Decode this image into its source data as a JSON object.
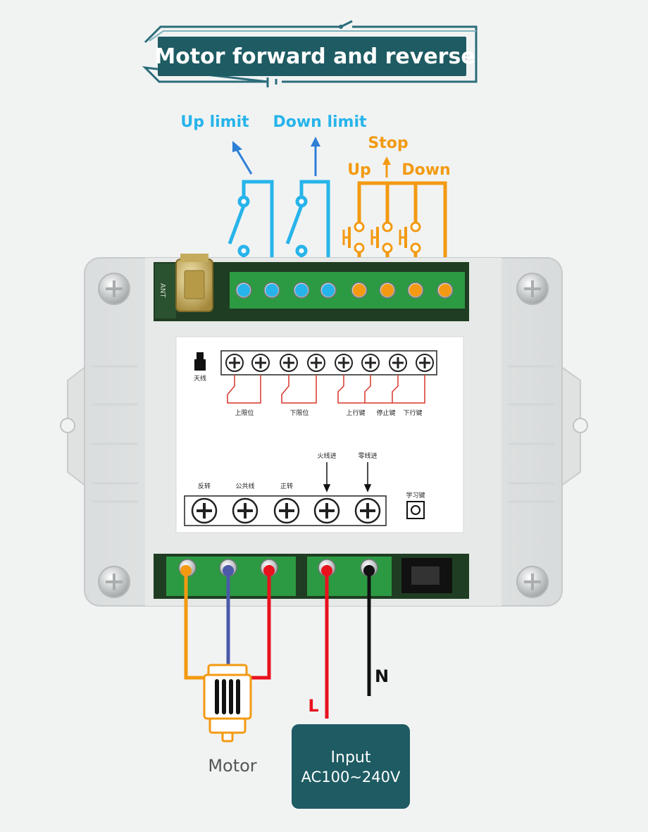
{
  "title": "Motor forward and reverse",
  "colors": {
    "teal": "#1e5b63",
    "frame": "#2c6c7a",
    "blue": "#27b4ea",
    "orange": "#f39a12",
    "red": "#e8121d",
    "navy": "#4a5aa8",
    "black": "#111111",
    "terminal_green": "#2c9a42",
    "case": "#e4e7e6"
  },
  "top_labels": {
    "up_limit": "Up limit",
    "down_limit": "Down limit",
    "stop": "Stop",
    "up": "Up",
    "down": "Down"
  },
  "board": {
    "ant": "ANT",
    "antenna_label": "天线",
    "upper_terms": [
      "上限位",
      "下限位",
      "上行键",
      "停止键",
      "下行键"
    ],
    "lower_terms": [
      "反转",
      "公共线",
      "正转",
      "火线进",
      "零线进"
    ],
    "learn_key": "学习键"
  },
  "wires": {
    "L": "L",
    "N": "N"
  },
  "motor_label": "Motor",
  "input_box": {
    "line1": "Input",
    "line2": "AC100~240V"
  },
  "icons": [
    "screw-terminal-icon",
    "push-button-icon",
    "limit-switch-icon",
    "motor-icon",
    "antenna-icon",
    "arrow-up-icon"
  ]
}
